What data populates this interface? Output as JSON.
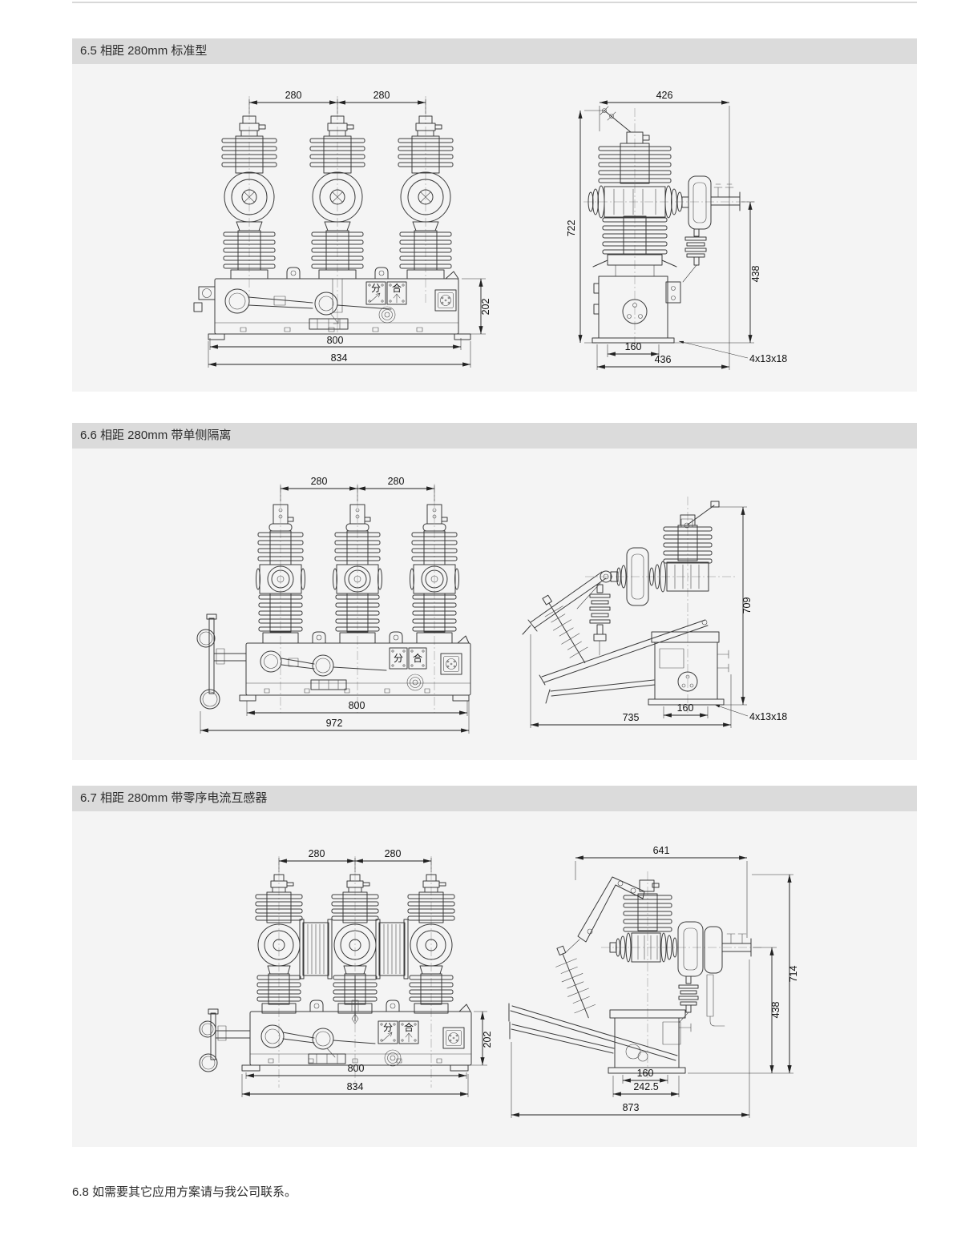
{
  "sections": [
    {
      "title": "6.5 相距 280mm 标准型",
      "front": {
        "pitch_left": "280",
        "pitch_right": "280",
        "box_height": "202",
        "mount_width": "800",
        "overall_width": "834"
      },
      "side": {
        "top_width": "426",
        "overall_height": "722",
        "right_height": "438",
        "mount_depth": "160",
        "overall_depth": "436",
        "slot": "4x13x18"
      }
    },
    {
      "title": "6.6 相距 280mm 带单侧隔离",
      "front": {
        "pitch_left": "280",
        "pitch_right": "280",
        "mount_width": "800",
        "overall_width": "972"
      },
      "side": {
        "overall_height": "709",
        "mount_depth": "160",
        "overall_depth": "735",
        "slot": "4x13x18"
      }
    },
    {
      "title": "6.7 相距 280mm 带零序电流互感器",
      "front": {
        "pitch_left": "280",
        "pitch_right": "280",
        "box_height": "202",
        "mount_width": "800",
        "overall_width": "834"
      },
      "side": {
        "top_width": "641",
        "overall_height": "714",
        "right_height": "438",
        "mount_depth": "160",
        "mid_depth": "242.5",
        "overall_depth": "873"
      }
    }
  ],
  "mech": {
    "open_label": "分",
    "close_label": "合"
  },
  "note": "6.8 如需要其它应用方案请与我公司联系。"
}
